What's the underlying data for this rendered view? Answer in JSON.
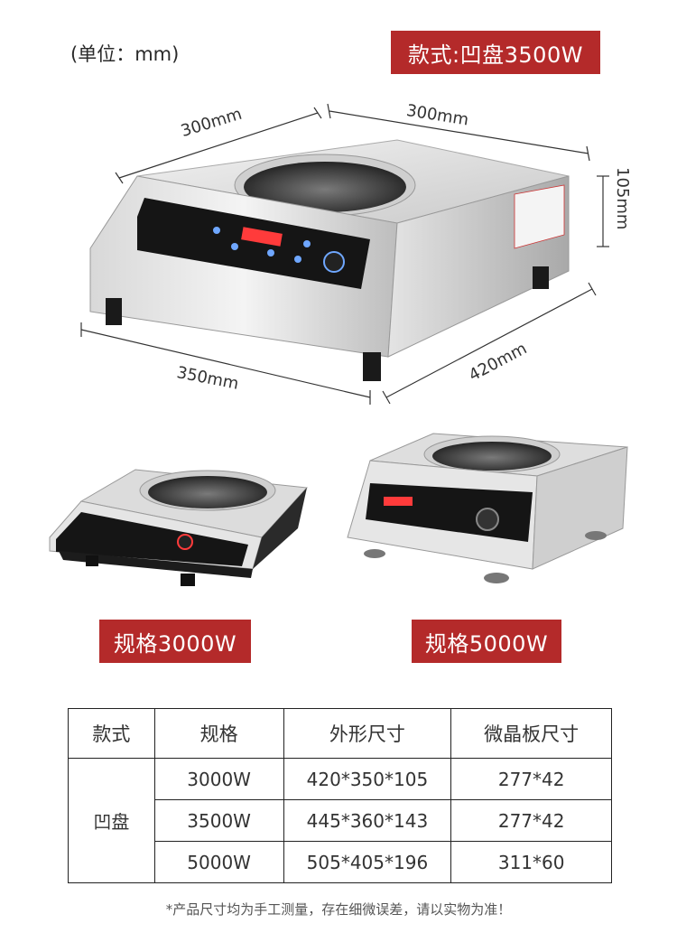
{
  "unit_label": "(单位：mm)",
  "main_tag": "款式:凹盘3500W",
  "dimensions": {
    "top_left": "300mm",
    "top_right": "300mm",
    "height": "105mm",
    "bottom_left": "350mm",
    "bottom_right": "420mm"
  },
  "tags": {
    "model_3000": "规格3000W",
    "model_5000": "规格5000W"
  },
  "table": {
    "headers": [
      "款式",
      "规格",
      "外形尺寸",
      "微晶板尺寸"
    ],
    "style_name": "凹盘",
    "rows": [
      {
        "spec": "3000W",
        "size": "420*350*105",
        "plate": "277*42"
      },
      {
        "spec": "3500W",
        "size": "445*360*143",
        "plate": "277*42"
      },
      {
        "spec": "5000W",
        "size": "505*405*196",
        "plate": "311*60"
      }
    ]
  },
  "footnote": "*产品尺寸均为手工测量，存在细微误差，请以实物为准！"
}
